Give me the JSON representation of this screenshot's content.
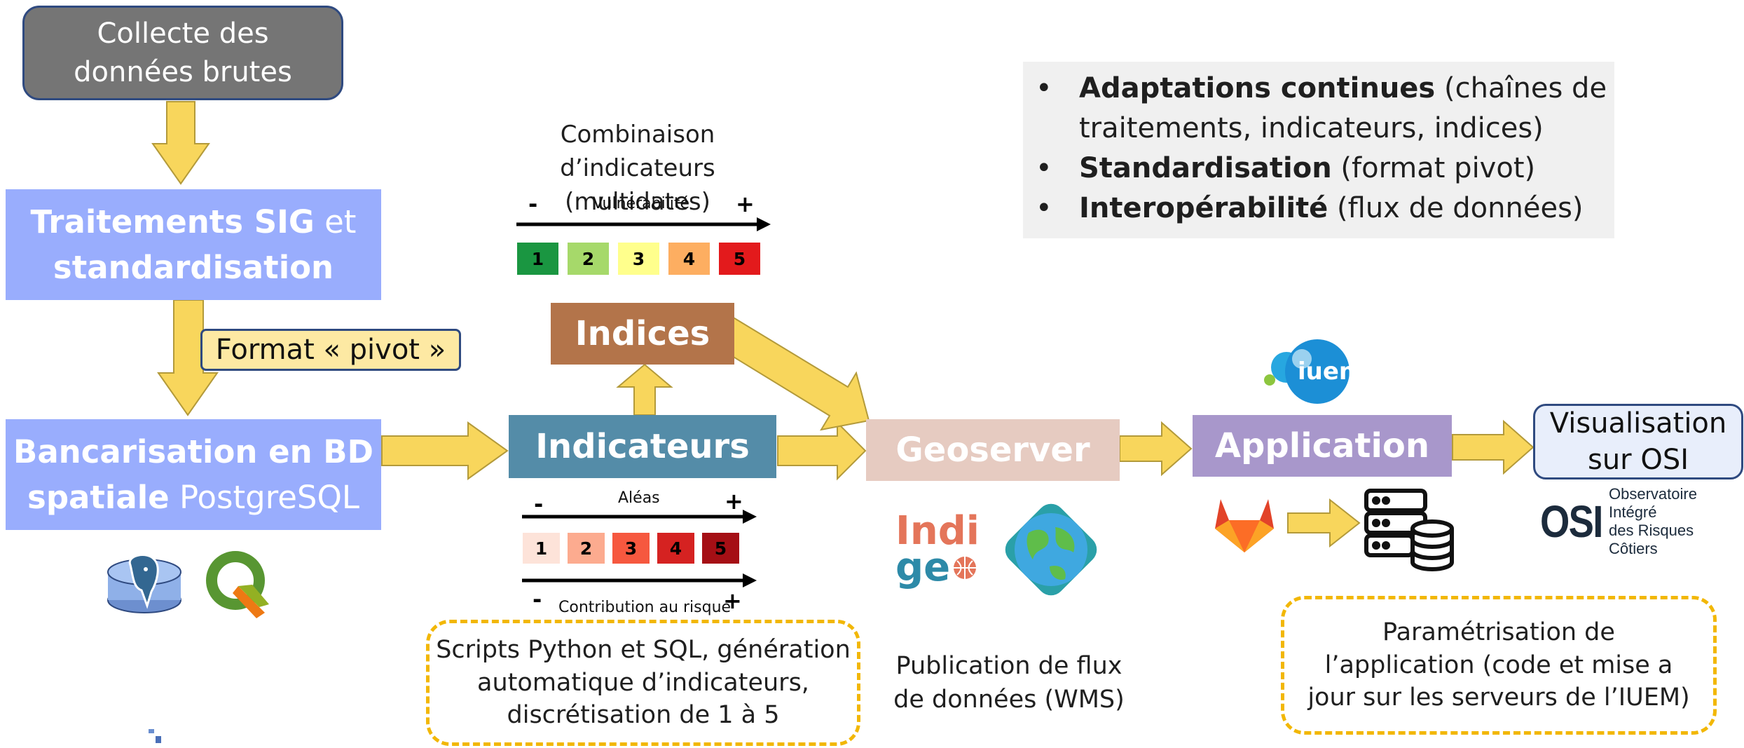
{
  "collect": {
    "line1": "Collecte des",
    "line2": "données brutes"
  },
  "traitements": {
    "bold1": "Traitements SIG",
    "normal1": " et",
    "bold2": "standardisation"
  },
  "format_pivot": "Format « pivot »",
  "bancarisation": {
    "bold1": "Bancarisation en BD",
    "bold2": "spatiale",
    "normal2": " PostgreSQL"
  },
  "indicateurs": "Indicateurs",
  "indices": "Indices",
  "geoserver": "Geoserver",
  "application": "Application",
  "visualisation": {
    "line1": "Visualisation",
    "line2": "sur OSI"
  },
  "combinaison": {
    "line1": "Combinaison d’indicateurs",
    "line2": "(multidates)"
  },
  "vulnerabilite": {
    "label": "Vulnérabilité",
    "minus": "-",
    "plus": "+",
    "cells": [
      "1",
      "2",
      "3",
      "4",
      "5"
    ],
    "colors": [
      "#1a9641",
      "#a6d96a",
      "#ffff8c",
      "#fdae61",
      "#e31a1c"
    ]
  },
  "aleas": {
    "label": "Aléas",
    "minus": "-",
    "plus": "+",
    "cells": [
      "1",
      "2",
      "3",
      "4",
      "5"
    ],
    "colors": [
      "#fde3d9",
      "#fcab8f",
      "#f6583f",
      "#d52221",
      "#a50f15"
    ]
  },
  "contribution": {
    "label": "Contribution au risque",
    "minus": "-",
    "plus": "+"
  },
  "bullets": [
    {
      "bold": "Adaptations continues",
      "rest": " (chaînes de",
      "cont": "traitements, indicateurs, indices)"
    },
    {
      "bold": "Standardisation",
      "rest": " (format pivot)"
    },
    {
      "bold": "Interopérabilité",
      "rest": " (flux de données)"
    }
  ],
  "scripts_note": {
    "line1": "Scripts Python et SQL, génération",
    "line2": "automatique d’indicateurs,",
    "line3": "discrétisation de 1 à 5"
  },
  "publication": {
    "line1": "Publication de flux",
    "line2": "de données (WMS)"
  },
  "parametrisation": {
    "line1": "Paramétrisation de",
    "line2": "l’application (code et mise a",
    "line3": "jour sur les serveurs de l’IUEM)"
  },
  "logos": {
    "iuem": "iuem",
    "indigeo_1": "Indi",
    "indigeo_2": "ge",
    "osi": "OSI",
    "osi_sub1": "Observatoire Intégré",
    "osi_sub2": "des Risques Côtiers"
  },
  "icons": [
    "postgresql-icon",
    "qgis-icon",
    "geoserver-globe-icon",
    "gitlab-icon",
    "server-database-icon"
  ],
  "colors": {
    "blue_box": "#99adfd",
    "teal_box": "#548ca8",
    "brown_box": "#b3744a",
    "pink_box": "#e6cbc1",
    "purple_box": "#a897cb",
    "arrow_fill": "#f8d65c",
    "dash": "#f2b705",
    "grey_box": "#757575"
  }
}
